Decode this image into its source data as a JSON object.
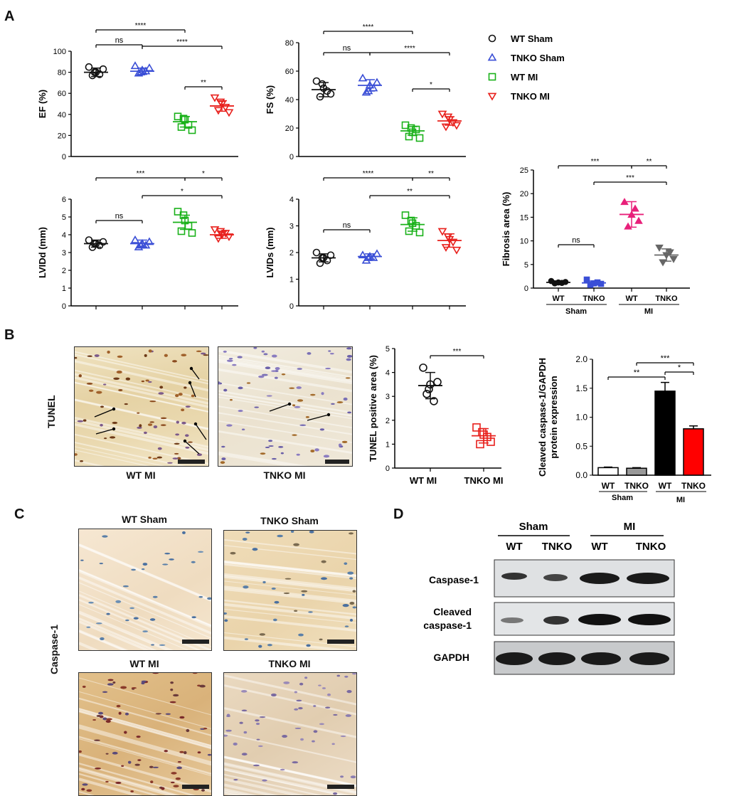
{
  "panels": {
    "A": "A",
    "B": "B",
    "C": "C",
    "D": "D"
  },
  "legend": [
    {
      "label": "WT Sham",
      "marker": "circle",
      "color": "#111111"
    },
    {
      "label": "TNKO Sham",
      "marker": "triangle-up",
      "color": "#3b4fd6"
    },
    {
      "label": "WT MI",
      "marker": "square",
      "color": "#19b119"
    },
    {
      "label": "TNKO MI",
      "marker": "triangle-down",
      "color": "#e8201c"
    }
  ],
  "colors": {
    "wt_sham": "#111111",
    "tnko_sham": "#3b4fd6",
    "wt_mi": "#19b119",
    "tnko_mi": "#e8201c",
    "fib_mi_wt": "#e8207a",
    "fib_mi_tnko": "#666666"
  },
  "chart_data": [
    {
      "type": "scatter",
      "id": "ef",
      "ylabel": "EF (%)",
      "ylim": [
        0,
        100
      ],
      "yticks": [
        "0",
        "20",
        "40",
        "60",
        "80",
        "100"
      ],
      "groups": [
        {
          "name": "WT Sham",
          "mean": 80,
          "sd": 4,
          "values": [
            85,
            77,
            80,
            78,
            83,
            80
          ]
        },
        {
          "name": "TNKO Sham",
          "mean": 81,
          "sd": 3,
          "values": [
            86,
            79,
            82,
            81,
            84,
            80
          ]
        },
        {
          "name": "WT MI",
          "mean": 33,
          "sd": 5,
          "values": [
            38,
            28,
            35,
            30,
            25,
            36
          ]
        },
        {
          "name": "TNKO MI",
          "mean": 48,
          "sd": 5,
          "values": [
            56,
            44,
            50,
            47,
            42,
            52
          ]
        }
      ],
      "sig": [
        {
          "from": 0,
          "to": 2,
          "text": "****"
        },
        {
          "from": 0,
          "to": 1,
          "text": "ns"
        },
        {
          "from": 1,
          "to": 3,
          "text": "****"
        },
        {
          "from": 2,
          "to": 3,
          "text": "**"
        }
      ]
    },
    {
      "type": "scatter",
      "id": "fs",
      "ylabel": "FS (%)",
      "ylim": [
        0,
        80
      ],
      "yticks": [
        "0",
        "20",
        "40",
        "60",
        "80"
      ],
      "groups": [
        {
          "name": "WT Sham",
          "mean": 47,
          "sd": 5,
          "values": [
            53,
            42,
            48,
            46,
            44,
            51
          ]
        },
        {
          "name": "TNKO Sham",
          "mean": 50,
          "sd": 4,
          "values": [
            55,
            45,
            50,
            48,
            52,
            46
          ]
        },
        {
          "name": "WT MI",
          "mean": 18,
          "sd": 3,
          "values": [
            22,
            14,
            17,
            19,
            13,
            20
          ]
        },
        {
          "name": "TNKO MI",
          "mean": 25,
          "sd": 3,
          "values": [
            30,
            21,
            26,
            24,
            22,
            28
          ]
        }
      ],
      "sig": [
        {
          "from": 0,
          "to": 2,
          "text": "****"
        },
        {
          "from": 0,
          "to": 1,
          "text": "ns"
        },
        {
          "from": 1,
          "to": 3,
          "text": "****"
        },
        {
          "from": 2,
          "to": 3,
          "text": "*"
        }
      ]
    },
    {
      "type": "scatter",
      "id": "lvidd",
      "ylabel": "LVIDd (mm)",
      "ylim": [
        0,
        6
      ],
      "yticks": [
        "0",
        "1",
        "2",
        "3",
        "4",
        "5",
        "6"
      ],
      "groups": [
        {
          "name": "WT Sham",
          "mean": 3.5,
          "sd": 0.2,
          "values": [
            3.7,
            3.3,
            3.5,
            3.4,
            3.6,
            3.5
          ]
        },
        {
          "name": "TNKO Sham",
          "mean": 3.5,
          "sd": 0.2,
          "values": [
            3.7,
            3.3,
            3.5,
            3.4,
            3.6,
            3.4
          ]
        },
        {
          "name": "WT MI",
          "mean": 4.7,
          "sd": 0.4,
          "values": [
            5.3,
            4.2,
            4.8,
            4.5,
            4.1,
            5.1
          ]
        },
        {
          "name": "TNKO MI",
          "mean": 4.0,
          "sd": 0.2,
          "values": [
            4.3,
            3.8,
            4.0,
            4.1,
            3.9,
            4.2
          ]
        }
      ],
      "sig": [
        {
          "from": 0,
          "to": 2,
          "text": "***"
        },
        {
          "from": 2,
          "to": 3,
          "text": "*"
        },
        {
          "from": 1,
          "to": 3,
          "text": "*"
        },
        {
          "from": 0,
          "to": 1,
          "text": "ns"
        }
      ]
    },
    {
      "type": "scatter",
      "id": "lvids",
      "ylabel": "LVIDs (mm)",
      "ylim": [
        0,
        4
      ],
      "yticks": [
        "0",
        "1",
        "2",
        "3",
        "4"
      ],
      "groups": [
        {
          "name": "WT Sham",
          "mean": 1.8,
          "sd": 0.15,
          "values": [
            2.0,
            1.6,
            1.8,
            1.7,
            1.9,
            1.8
          ]
        },
        {
          "name": "TNKO Sham",
          "mean": 1.85,
          "sd": 0.1,
          "values": [
            1.9,
            1.7,
            1.85,
            1.8,
            1.95,
            1.8
          ]
        },
        {
          "name": "WT MI",
          "mean": 3.05,
          "sd": 0.25,
          "values": [
            3.4,
            2.8,
            3.1,
            3.0,
            2.75,
            3.2
          ]
        },
        {
          "name": "TNKO MI",
          "mean": 2.45,
          "sd": 0.25,
          "values": [
            2.8,
            2.2,
            2.5,
            2.4,
            2.1,
            2.6
          ]
        }
      ],
      "sig": [
        {
          "from": 0,
          "to": 2,
          "text": "****"
        },
        {
          "from": 2,
          "to": 3,
          "text": "**"
        },
        {
          "from": 1,
          "to": 3,
          "text": "**"
        },
        {
          "from": 0,
          "to": 1,
          "text": "ns"
        }
      ]
    },
    {
      "type": "scatter",
      "id": "fibrosis",
      "ylabel": "Fibrosis area (%)",
      "ylim": [
        0,
        25
      ],
      "yticks": [
        "0",
        "5",
        "10",
        "15",
        "20",
        "25"
      ],
      "categories": [
        "WT",
        "TNKO",
        "WT",
        "TNKO"
      ],
      "group_labels": [
        "Sham",
        "MI"
      ],
      "groups": [
        {
          "name": "WT",
          "mean": 1.2,
          "sd": 0.3,
          "values": [
            1.5,
            1.0,
            1.2,
            1.1,
            1.3
          ]
        },
        {
          "name": "TNKO",
          "mean": 1.1,
          "sd": 0.4,
          "values": [
            1.8,
            0.7,
            1.0,
            1.2,
            0.9
          ]
        },
        {
          "name": "WT",
          "mean": 15.6,
          "sd": 2.7,
          "values": [
            18.2,
            13.0,
            15.5,
            16.8,
            14.2
          ]
        },
        {
          "name": "TNKO",
          "mean": 7.0,
          "sd": 1.3,
          "values": [
            8.6,
            5.5,
            7.0,
            7.6,
            6.2
          ]
        }
      ],
      "sig": [
        {
          "from": 0,
          "to": 2,
          "text": "***"
        },
        {
          "from": 2,
          "to": 3,
          "text": "**"
        },
        {
          "from": 1,
          "to": 3,
          "text": "***"
        },
        {
          "from": 0,
          "to": 1,
          "text": "ns"
        }
      ]
    },
    {
      "type": "scatter",
      "id": "tunel",
      "ylabel": "TUNEL positive area (%)",
      "ylim": [
        0,
        5
      ],
      "yticks": [
        "0",
        "1",
        "2",
        "3",
        "4",
        "5"
      ],
      "categories": [
        "WT MI",
        "TNKO  MI"
      ],
      "groups": [
        {
          "name": "WT MI",
          "mean": 3.45,
          "sd": 0.55,
          "values": [
            4.2,
            3.1,
            3.5,
            2.8,
            3.6,
            3.3
          ]
        },
        {
          "name": "TNKO  MI",
          "mean": 1.35,
          "sd": 0.3,
          "values": [
            1.7,
            1.0,
            1.4,
            1.3,
            1.1,
            1.5
          ]
        }
      ],
      "sig": [
        {
          "from": 0,
          "to": 1,
          "text": "***"
        }
      ]
    },
    {
      "type": "bar",
      "id": "caspase",
      "ylabel": "Cleaved caspase-1/GAPDH protein expression",
      "ylim": [
        0,
        2.0
      ],
      "yticks": [
        "0.0",
        "0.5",
        "1.0",
        "1.5",
        "2.0"
      ],
      "categories": [
        "WT",
        "TNKO",
        "WT",
        "TNKO"
      ],
      "group_labels": [
        "Sham",
        "MI"
      ],
      "values": [
        0.13,
        0.12,
        1.45,
        0.8
      ],
      "errors": [
        0.01,
        0.01,
        0.15,
        0.05
      ],
      "fills": [
        "#ffffff",
        "#999999",
        "#000000",
        "#ff0000"
      ],
      "sig": [
        {
          "from": 0,
          "to": 2,
          "text": "**"
        },
        {
          "from": 1,
          "to": 3,
          "text": "***"
        },
        {
          "from": 2,
          "to": 3,
          "text": "*"
        }
      ]
    }
  ],
  "panel_b": {
    "row_label": "TUNEL",
    "img_labels": [
      "WT MI",
      "TNKO MI"
    ]
  },
  "panel_c": {
    "row_label": "Caspase-1",
    "titles": [
      "WT Sham",
      "TNKO Sham",
      "WT MI",
      "TNKO MI"
    ]
  },
  "panel_d": {
    "groups": [
      "Sham",
      "MI"
    ],
    "lanes": [
      "WT",
      "TNKO",
      "WT",
      "TNKO"
    ],
    "rows": [
      "Caspase-1",
      "Cleaved caspase-1",
      "GAPDH"
    ]
  }
}
